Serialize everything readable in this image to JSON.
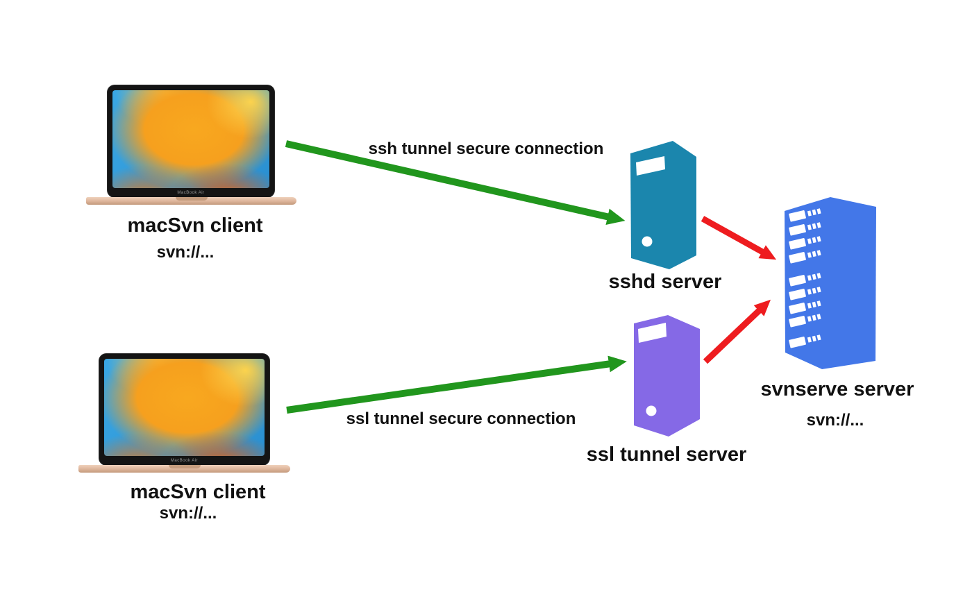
{
  "colors": {
    "arrow_green": "#21961d",
    "arrow_red": "#ee1c1f",
    "tower_teal": "#1b86ad",
    "tower_purple": "#8569e6",
    "rack_blue": "#4377e8",
    "detail_white": "#ffffff"
  },
  "clients": [
    {
      "label": "macSvn client",
      "sublabel": "svn://...",
      "brand": "MacBook Air"
    },
    {
      "label": "macSvn client",
      "sublabel": "svn://...",
      "brand": "MacBook Air"
    }
  ],
  "connections": {
    "ssh": {
      "label": "ssh tunnel secure connection"
    },
    "ssl": {
      "label": "ssl tunnel secure connection"
    }
  },
  "servers": {
    "sshd": {
      "label": "sshd server"
    },
    "ssl_tunnel": {
      "label": "ssl tunnel server"
    },
    "svnserve": {
      "label": "svnserve server",
      "sublabel": "svn://..."
    }
  }
}
